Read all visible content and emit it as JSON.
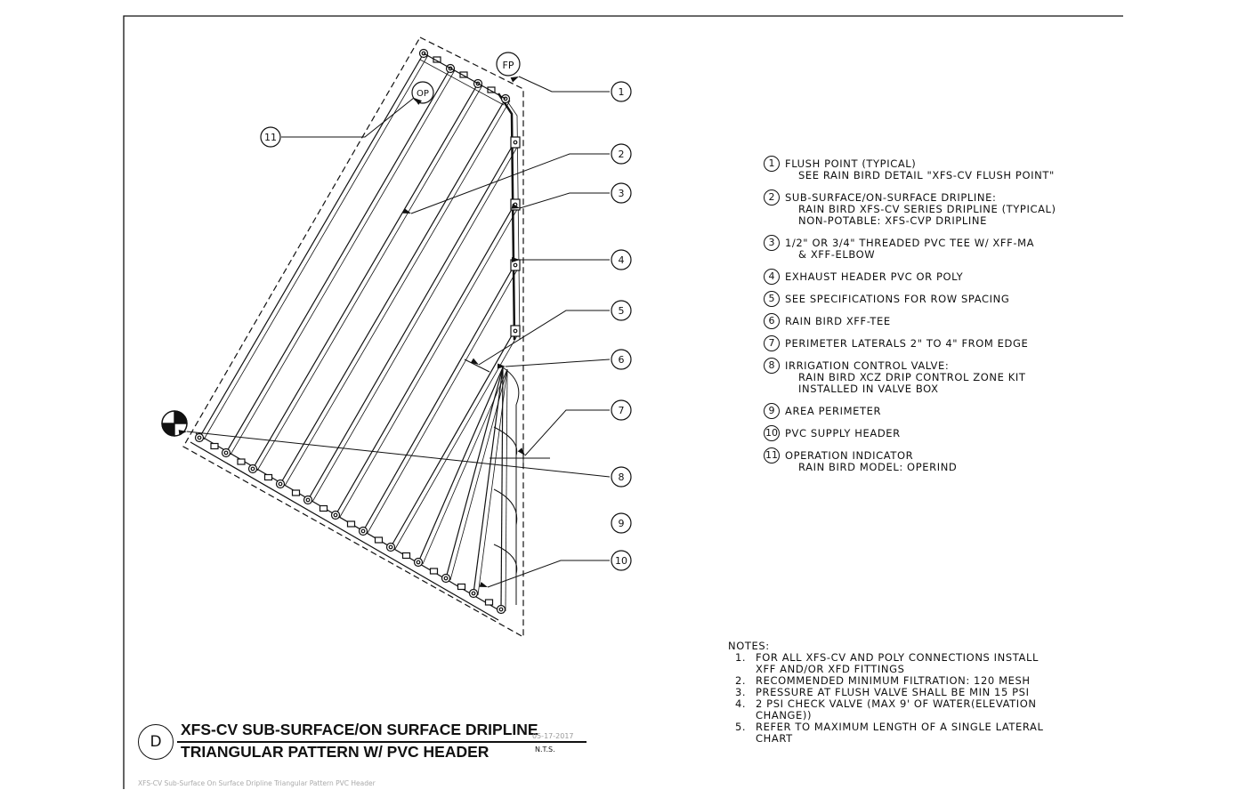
{
  "callouts": {
    "flush_point_tag": "FP",
    "operation_tag": "OP",
    "leader_numbers": [
      "1",
      "2",
      "3",
      "4",
      "5",
      "6",
      "7",
      "8",
      "9",
      "10",
      "11"
    ]
  },
  "legend": [
    {
      "num": "1",
      "lines": [
        "FLUSH POINT (TYPICAL)",
        "SEE RAIN BIRD DETAIL \"XFS-CV FLUSH POINT\""
      ]
    },
    {
      "num": "2",
      "lines": [
        "SUB-SURFACE/ON-SURFACE DRIPLINE:",
        "RAIN BIRD XFS-CV SERIES DRIPLINE (TYPICAL)",
        "NON-POTABLE: XFS-CVP DRIPLINE"
      ]
    },
    {
      "num": "3",
      "lines": [
        "1/2\" OR 3/4\" THREADED PVC TEE W/ XFF-MA",
        "& XFF-ELBOW"
      ]
    },
    {
      "num": "4",
      "lines": [
        "EXHAUST HEADER PVC OR POLY"
      ]
    },
    {
      "num": "5",
      "lines": [
        "SEE SPECIFICATIONS FOR ROW SPACING"
      ]
    },
    {
      "num": "6",
      "lines": [
        "RAIN BIRD XFF-TEE"
      ]
    },
    {
      "num": "7",
      "lines": [
        "PERIMETER LATERALS 2\" TO 4\" FROM EDGE"
      ]
    },
    {
      "num": "8",
      "lines": [
        "IRRIGATION CONTROL VALVE:",
        "RAIN BIRD XCZ DRIP CONTROL ZONE KIT",
        "INSTALLED IN VALVE BOX"
      ]
    },
    {
      "num": "9",
      "lines": [
        "AREA PERIMETER"
      ]
    },
    {
      "num": "10",
      "lines": [
        "PVC SUPPLY HEADER"
      ]
    },
    {
      "num": "11",
      "lines": [
        "OPERATION INDICATOR",
        "RAIN BIRD MODEL: OPERIND"
      ]
    }
  ],
  "notes": {
    "heading": "NOTES:",
    "items": [
      {
        "num": "1.",
        "lines": [
          "FOR ALL XFS-CV AND POLY CONNECTIONS INSTALL",
          "XFF AND/OR XFD FITTINGS"
        ]
      },
      {
        "num": "2.",
        "lines": [
          "RECOMMENDED MINIMUM FILTRATION: 120 MESH"
        ]
      },
      {
        "num": "3.",
        "lines": [
          "PRESSURE AT FLUSH VALVE SHALL BE MIN 15 PSI"
        ]
      },
      {
        "num": "4.",
        "lines": [
          "2 PSI CHECK VALVE (MAX 9' OF WATER(ELEVATION",
          "CHANGE))"
        ]
      },
      {
        "num": "5.",
        "lines": [
          "REFER TO MAXIMUM LENGTH OF A SINGLE LATERAL",
          "CHART"
        ]
      }
    ]
  },
  "title_block": {
    "detail_letter": "D",
    "title_line1": "XFS-CV SUB-SURFACE/ON SURFACE DRIPLINE",
    "title_line2": "TRIANGULAR PATTERN W/ PVC HEADER",
    "date": "05-17-2017",
    "scale": "N.T.S.",
    "file_name": "XFS-CV Sub-Surface On Surface Dripline Triangular Pattern PVC Header"
  }
}
